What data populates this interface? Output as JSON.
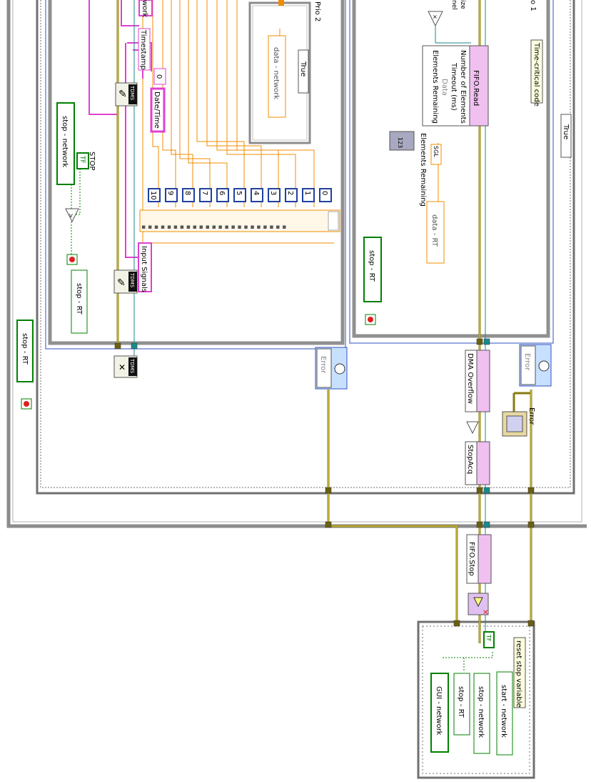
{
  "labels": {
    "work": "work",
    "timestamp": "Timestamp",
    "zero": "0",
    "date_time": "Date/Time",
    "stop": "STOP",
    "tf": "TF",
    "stop_network": "stop - network",
    "stop_rt": "stop - RT",
    "input_signals": "Input Signals",
    "data_network": "data - network",
    "true_case": "True",
    "prio2": "Prio 2",
    "prio1": "o 1",
    "size": "ize",
    "nel": "nel",
    "fifo_read": "FIFO.Read",
    "number_of_elements": "Number of Elements",
    "timeout_ms": "Timeout (ms)",
    "data": "Data",
    "elements_remaining": "Elements Remaining",
    "elements_remaining_2": "Elements Remaining",
    "i123": "123",
    "sgl": "SGL",
    "data_rt": "data - RT",
    "time_critical": "Time-critical code",
    "true_case2": "True",
    "error": "Error",
    "error2": "Error",
    "error3": "Error",
    "dma_overflow": "DMA Overflow",
    "stop_acq": "StopAcq",
    "fifo_stop": "FIFO.Stop",
    "reset_stop": "reset stop variable",
    "start_network": "start - network",
    "stop_network_2": "stop - network",
    "stop_rt_2": "stop - RT",
    "gui_network": "GUI - network",
    "tf2": "TF",
    "stop_rt_3": "stop - RT",
    "stop_rt_4": "stop - RT",
    "tdms1": "TDMS",
    "tdms2": "TDMS",
    "tdms3": "TDMS"
  },
  "indexes": [
    "10",
    "9",
    "8",
    "7",
    "6",
    "5",
    "4",
    "3",
    "2",
    "1",
    "0"
  ],
  "colors": {
    "wire_orange": "#f08c00",
    "wire_pink": "#e040d0",
    "wire_green": "#008000",
    "wire_teal": "#1a8a8a",
    "wire_error": "#8a7a10",
    "wire_blue": "#3050c0",
    "frame_gray": "#808080",
    "node_pink": "#f0c0f0",
    "node_blue": "#c8e0ff"
  }
}
